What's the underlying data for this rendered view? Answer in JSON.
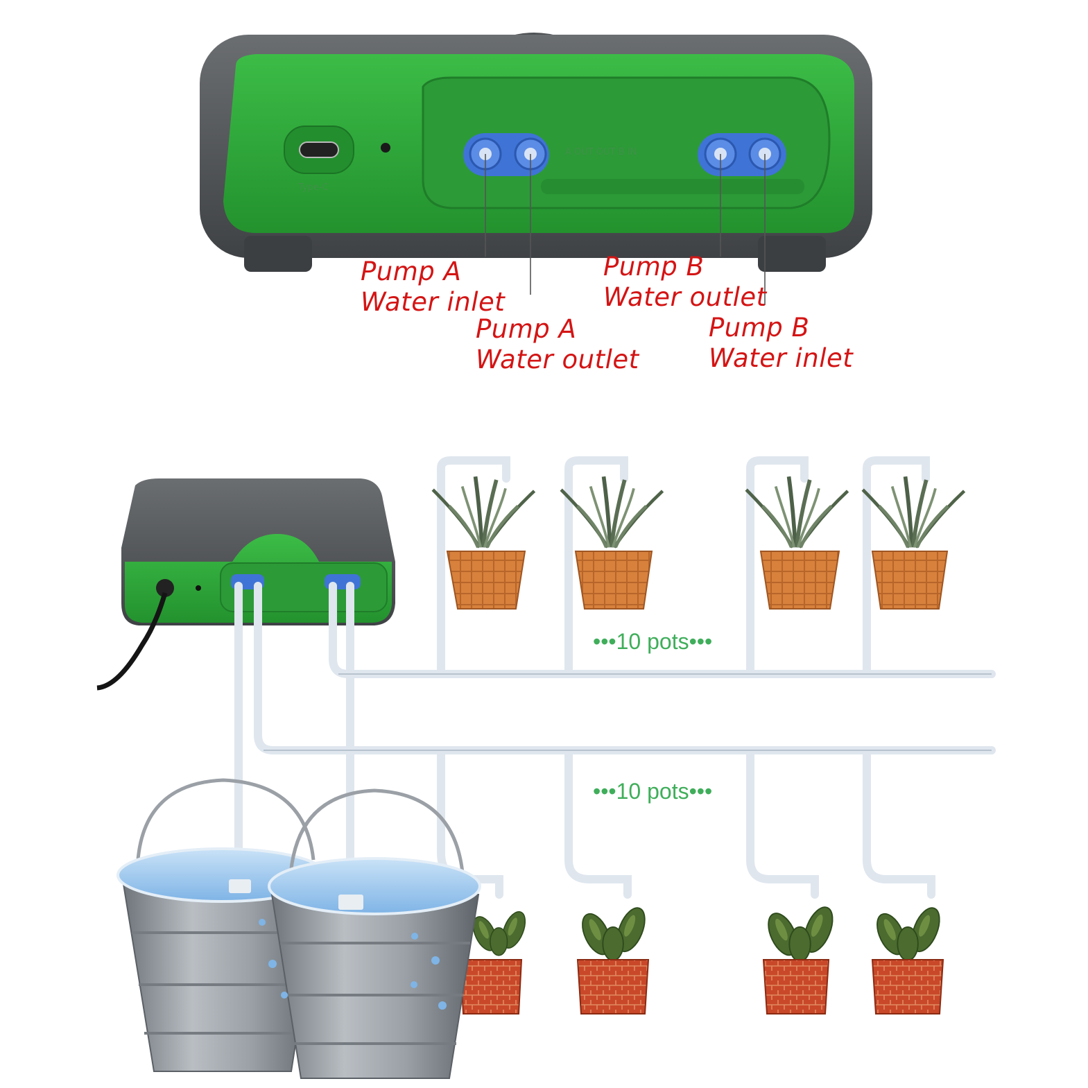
{
  "device_top": {
    "usb_label": "Type-C",
    "port_marking": "A OUT   OUT B IN"
  },
  "callouts": [
    {
      "line1": "Pump A",
      "line2": "Water inlet"
    },
    {
      "line1": "Pump A",
      "line2": "Water outlet"
    },
    {
      "line1": "Pump B",
      "line2": "Water outlet"
    },
    {
      "line1": "Pump B",
      "line2": "Water inlet"
    }
  ],
  "pot_groups": [
    {
      "label": "•••10 pots•••"
    },
    {
      "label": "•••10 pots•••"
    }
  ],
  "colors": {
    "device_green": "#2fa83a",
    "device_grey": "#505356",
    "port_blue": "#3f74d6",
    "callout_red": "#d41414",
    "pots_label_green": "#3fae5a",
    "pot_orange": "#d7813d",
    "brick_red": "#c2421e",
    "water_blue": "#9cc7ee",
    "bucket_grey": "#8e949a"
  }
}
